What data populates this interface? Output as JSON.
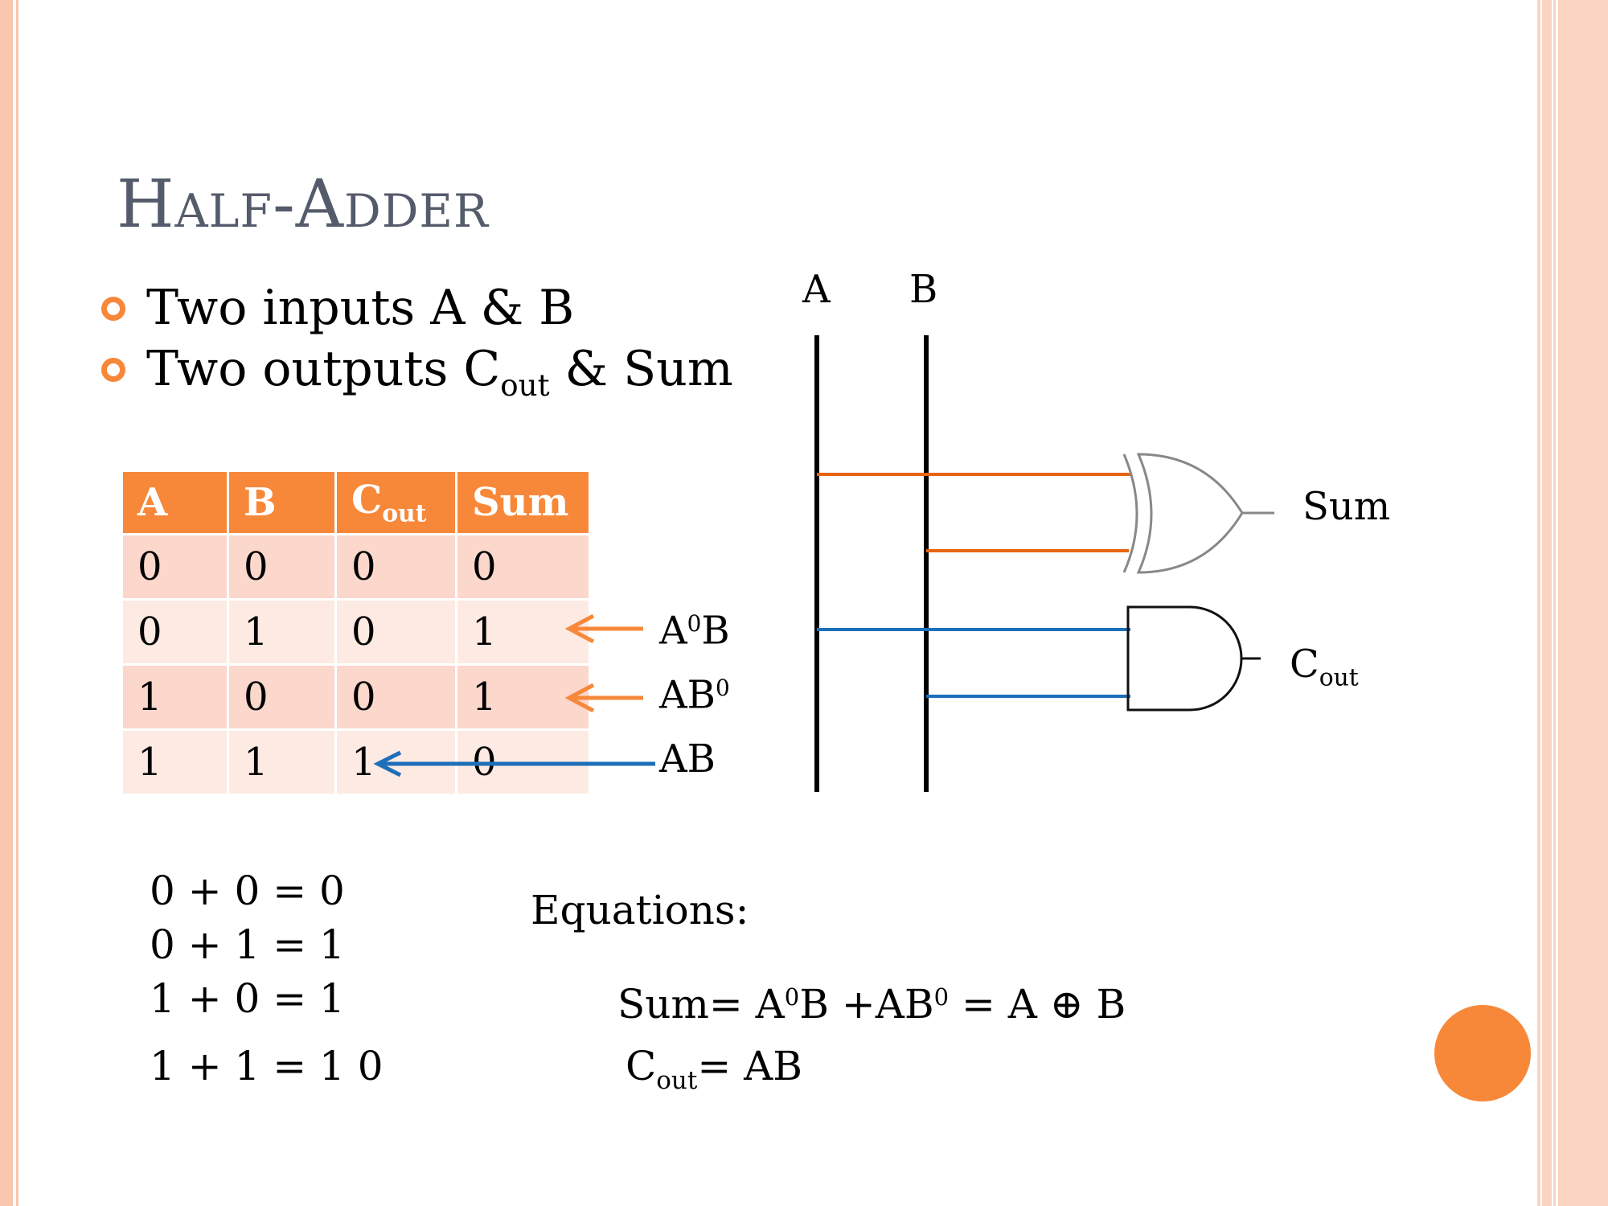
{
  "title": "Half-Adder",
  "bullets": {
    "b1": "Two inputs A & B",
    "b2_pre": "Two outputs C",
    "b2_sub": "out",
    "b2_post": " & Sum"
  },
  "table": {
    "headers": [
      "A",
      "B",
      "C",
      "Sum"
    ],
    "header_cout_sub": "out",
    "rows": [
      [
        "0",
        "0",
        "0",
        "0"
      ],
      [
        "0",
        "1",
        "0",
        "1"
      ],
      [
        "1",
        "0",
        "0",
        "1"
      ],
      [
        "1",
        "1",
        "1",
        "0"
      ]
    ]
  },
  "row_labels": {
    "r1_a": "A",
    "r1_sup": "0",
    "r1_b": "B",
    "r2_ab": "AB",
    "r2_sup": "0",
    "r3": "AB"
  },
  "diagram": {
    "input_a": "A",
    "input_b": "B",
    "sum_label": "Sum",
    "cout_label": "C",
    "cout_sub": "out"
  },
  "arithmetic": [
    "0 + 0 = 0",
    "0 + 1 = 1",
    "1 + 0 = 1",
    "1 + 1 = 1 0"
  ],
  "equations": {
    "heading": "Equations:",
    "sum_a": "Sum= A",
    "sum_sup1": "0",
    "sum_b": "B +AB",
    "sum_sup2": "0",
    "sum_c": " = A ⊕ B",
    "cout_c": "C",
    "cout_sub": "out",
    "cout_rest": "= AB"
  },
  "colors": {
    "accent": "#f7883a",
    "xor_wires": "#e8640e",
    "and_wires": "#1d6fba",
    "title": "#545b6b",
    "border": "#f9c6b0"
  }
}
